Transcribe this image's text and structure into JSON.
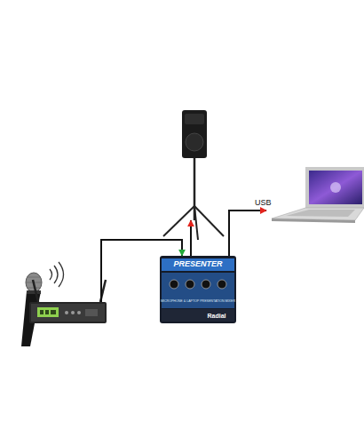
{
  "diagram": {
    "nodes": [
      {
        "text": []
      },
      {
        "text": [
          "PRESENTER",
          "MICROPHONE & LAPTOP PRESENTATION MIXER",
          "Radial"
        ]
      },
      {
        "text": []
      },
      {
        "text": []
      }
    ],
    "edges": [
      {
        "from": 0,
        "to": 1,
        "arrow": "to"
      },
      {
        "from": 1,
        "to": 2,
        "arrow": "to"
      },
      {
        "from": 1,
        "to": 3,
        "label": "USB",
        "arrow": "to"
      }
    ]
  }
}
